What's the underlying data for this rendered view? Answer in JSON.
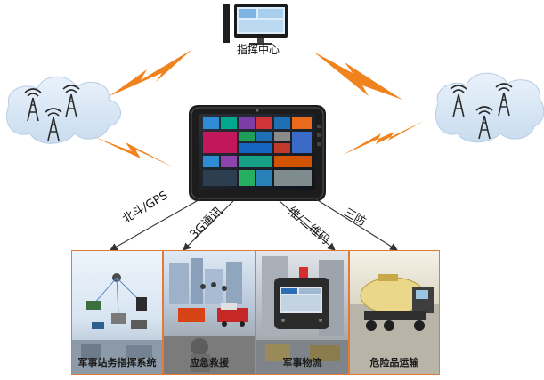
{
  "command_center": {
    "label": "指挥中心"
  },
  "connections": {
    "beidou_gps": "北斗/GPS",
    "3g": "3G通讯",
    "barcode": "维/二维码",
    "three_defense": "三防"
  },
  "applications": [
    {
      "label": "军事站务指挥系统"
    },
    {
      "label": "应急救援"
    },
    {
      "label": "军事物流"
    },
    {
      "label": "危险品运输"
    }
  ],
  "colors": {
    "accent_orange": "#e07b39",
    "lightning": "#f0831e",
    "cloud": "#d8e7f6",
    "tower": "#2a2a2a"
  }
}
